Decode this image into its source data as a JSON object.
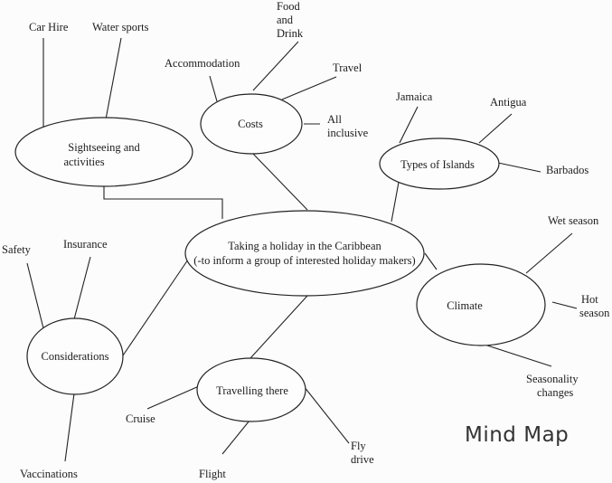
{
  "central": "Taking a holiday in the Caribbean",
  "central_sub": "(-to inform a group of interested holiday makers)",
  "sightseeing": {
    "label": "Sightseeing and activities",
    "line1": "Sightseeing and",
    "line2": "activities",
    "children": [
      "Car Hire",
      "Water sports"
    ]
  },
  "costs": {
    "label": "Costs",
    "children": [
      "Accommodation",
      "Food and Drink",
      "Travel",
      "All inclusive"
    ],
    "food_line1": "Food",
    "food_line2": "and",
    "food_line3": "Drink",
    "allinc_line1": "All",
    "allinc_line2": "inclusive"
  },
  "islands": {
    "label": "Types of Islands",
    "children": [
      "Jamaica",
      "Antigua",
      "Barbados"
    ]
  },
  "climate": {
    "label": "Climate",
    "children": [
      "Wet season",
      "Hot season",
      "Seasonality changes"
    ],
    "hot_line1": "Hot",
    "hot_line2": "season",
    "seas_line1": "Seasonality",
    "seas_line2": "changes"
  },
  "considerations": {
    "label": "Considerations",
    "children": [
      "Safety",
      "Insurance",
      "Vaccinations"
    ]
  },
  "travelling": {
    "label": "Travelling there",
    "children": [
      "Cruise",
      "Flight",
      "Fly drive"
    ],
    "fly_line1": "Fly",
    "fly_line2": "drive"
  },
  "stamp": "Mind Map"
}
